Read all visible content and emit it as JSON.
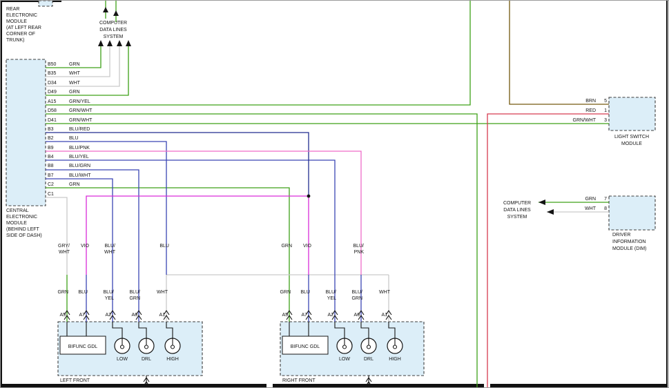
{
  "colors": {
    "green": "#3da017",
    "white_wire": "#c9c9c9",
    "blue": "#3a45b4",
    "navy": "#212c8f",
    "violet": "#d92bd9",
    "pink": "#ef6bc8",
    "red": "#d63a4f",
    "brown": "#73590e",
    "box_fill": "#dceef8"
  },
  "cdl_top": [
    "COMPUTER",
    "DATA LINES",
    "SYSTEM"
  ],
  "cdl_right": [
    "COMPUTER",
    "DATA LINES",
    "SYSTEM"
  ],
  "modules": {
    "rem": {
      "label": [
        "REAR",
        "ELECTRONIC",
        "MODULE",
        "(AT LEFT REAR",
        "CORNER OF",
        "TRUNK)"
      ]
    },
    "cem": {
      "label": [
        "CENTRAL",
        "ELECTRONIC",
        "MODULE",
        "(BEHIND LEFT",
        "SIDE OF DASH)"
      ],
      "pins": [
        {
          "id": "B50",
          "color": "GRN"
        },
        {
          "id": "B35",
          "color": "WHT"
        },
        {
          "id": "D34",
          "color": "WHT"
        },
        {
          "id": "D49",
          "color": "GRN"
        },
        {
          "id": "A15",
          "color": "GRN/YEL"
        },
        {
          "id": "D58",
          "color": "GRN/WHT"
        },
        {
          "id": "D41",
          "color": "GRN/WHT"
        },
        {
          "id": "B3",
          "color": "BLU/RED"
        },
        {
          "id": "B2",
          "color": "BLU"
        },
        {
          "id": "B9",
          "color": "BLU/PNK"
        },
        {
          "id": "B4",
          "color": "BLU/YEL"
        },
        {
          "id": "B8",
          "color": "BLU/GRN"
        },
        {
          "id": "B7",
          "color": "BLU/WHT"
        },
        {
          "id": "C2",
          "color": "GRN"
        },
        {
          "id": "C1",
          "color": ""
        }
      ]
    },
    "lsm": {
      "label": [
        "LIGHT SWITCH",
        "MODULE"
      ],
      "rows": [
        {
          "color": "BRN",
          "pin": "5"
        },
        {
          "color": "RED",
          "pin": "1"
        },
        {
          "color": "GRN/WHT",
          "pin": "3"
        }
      ]
    },
    "dim": {
      "label": [
        "DRIVER",
        "INFORMATION",
        "MODULE (DIM)"
      ],
      "rows": [
        {
          "color": "GRN",
          "pin": "7"
        },
        {
          "color": "WHT",
          "pin": "8"
        }
      ]
    }
  },
  "lamps": {
    "left": {
      "title": "LEFT FRONT",
      "unit": "BIFUNC GDL",
      "bulbs": [
        "LOW",
        "DRL",
        "HIGH"
      ],
      "wires": [
        {
          "pin": "A5",
          "upper": [
            "GRY/",
            "WHT"
          ],
          "lower": [
            "GRN"
          ]
        },
        {
          "pin": "A7",
          "upper": [
            "VIO"
          ],
          "lower": [
            "BLU"
          ]
        },
        {
          "pin": "A2",
          "upper": [
            "BLU/",
            "WHT"
          ],
          "lower": [
            "BLU/",
            "YEL"
          ]
        },
        {
          "pin": "A6",
          "upper": [],
          "lower": [
            "BLU/",
            "GRN"
          ]
        },
        {
          "pin": "A1",
          "upper": [
            "BLU"
          ],
          "lower": [
            "WHT"
          ]
        }
      ]
    },
    "right": {
      "title": "RIGHT FRONT",
      "unit": "BIFUNC GDL",
      "bulbs": [
        "LOW",
        "DRL",
        "HIGH"
      ],
      "wires": [
        {
          "pin": "A5",
          "upper": [
            "GRN"
          ],
          "lower": [
            "GRN"
          ]
        },
        {
          "pin": "A7",
          "upper": [
            "VIO"
          ],
          "lower": [
            "BLU"
          ]
        },
        {
          "pin": "A2",
          "upper": [],
          "lower": [
            "BLU/",
            "YEL"
          ]
        },
        {
          "pin": "A6",
          "upper": [
            "BLU/",
            "PNK"
          ],
          "lower": [
            "BLU/",
            "GRN"
          ]
        },
        {
          "pin": "A1",
          "upper": [],
          "lower": [
            "WHT"
          ]
        }
      ]
    }
  }
}
